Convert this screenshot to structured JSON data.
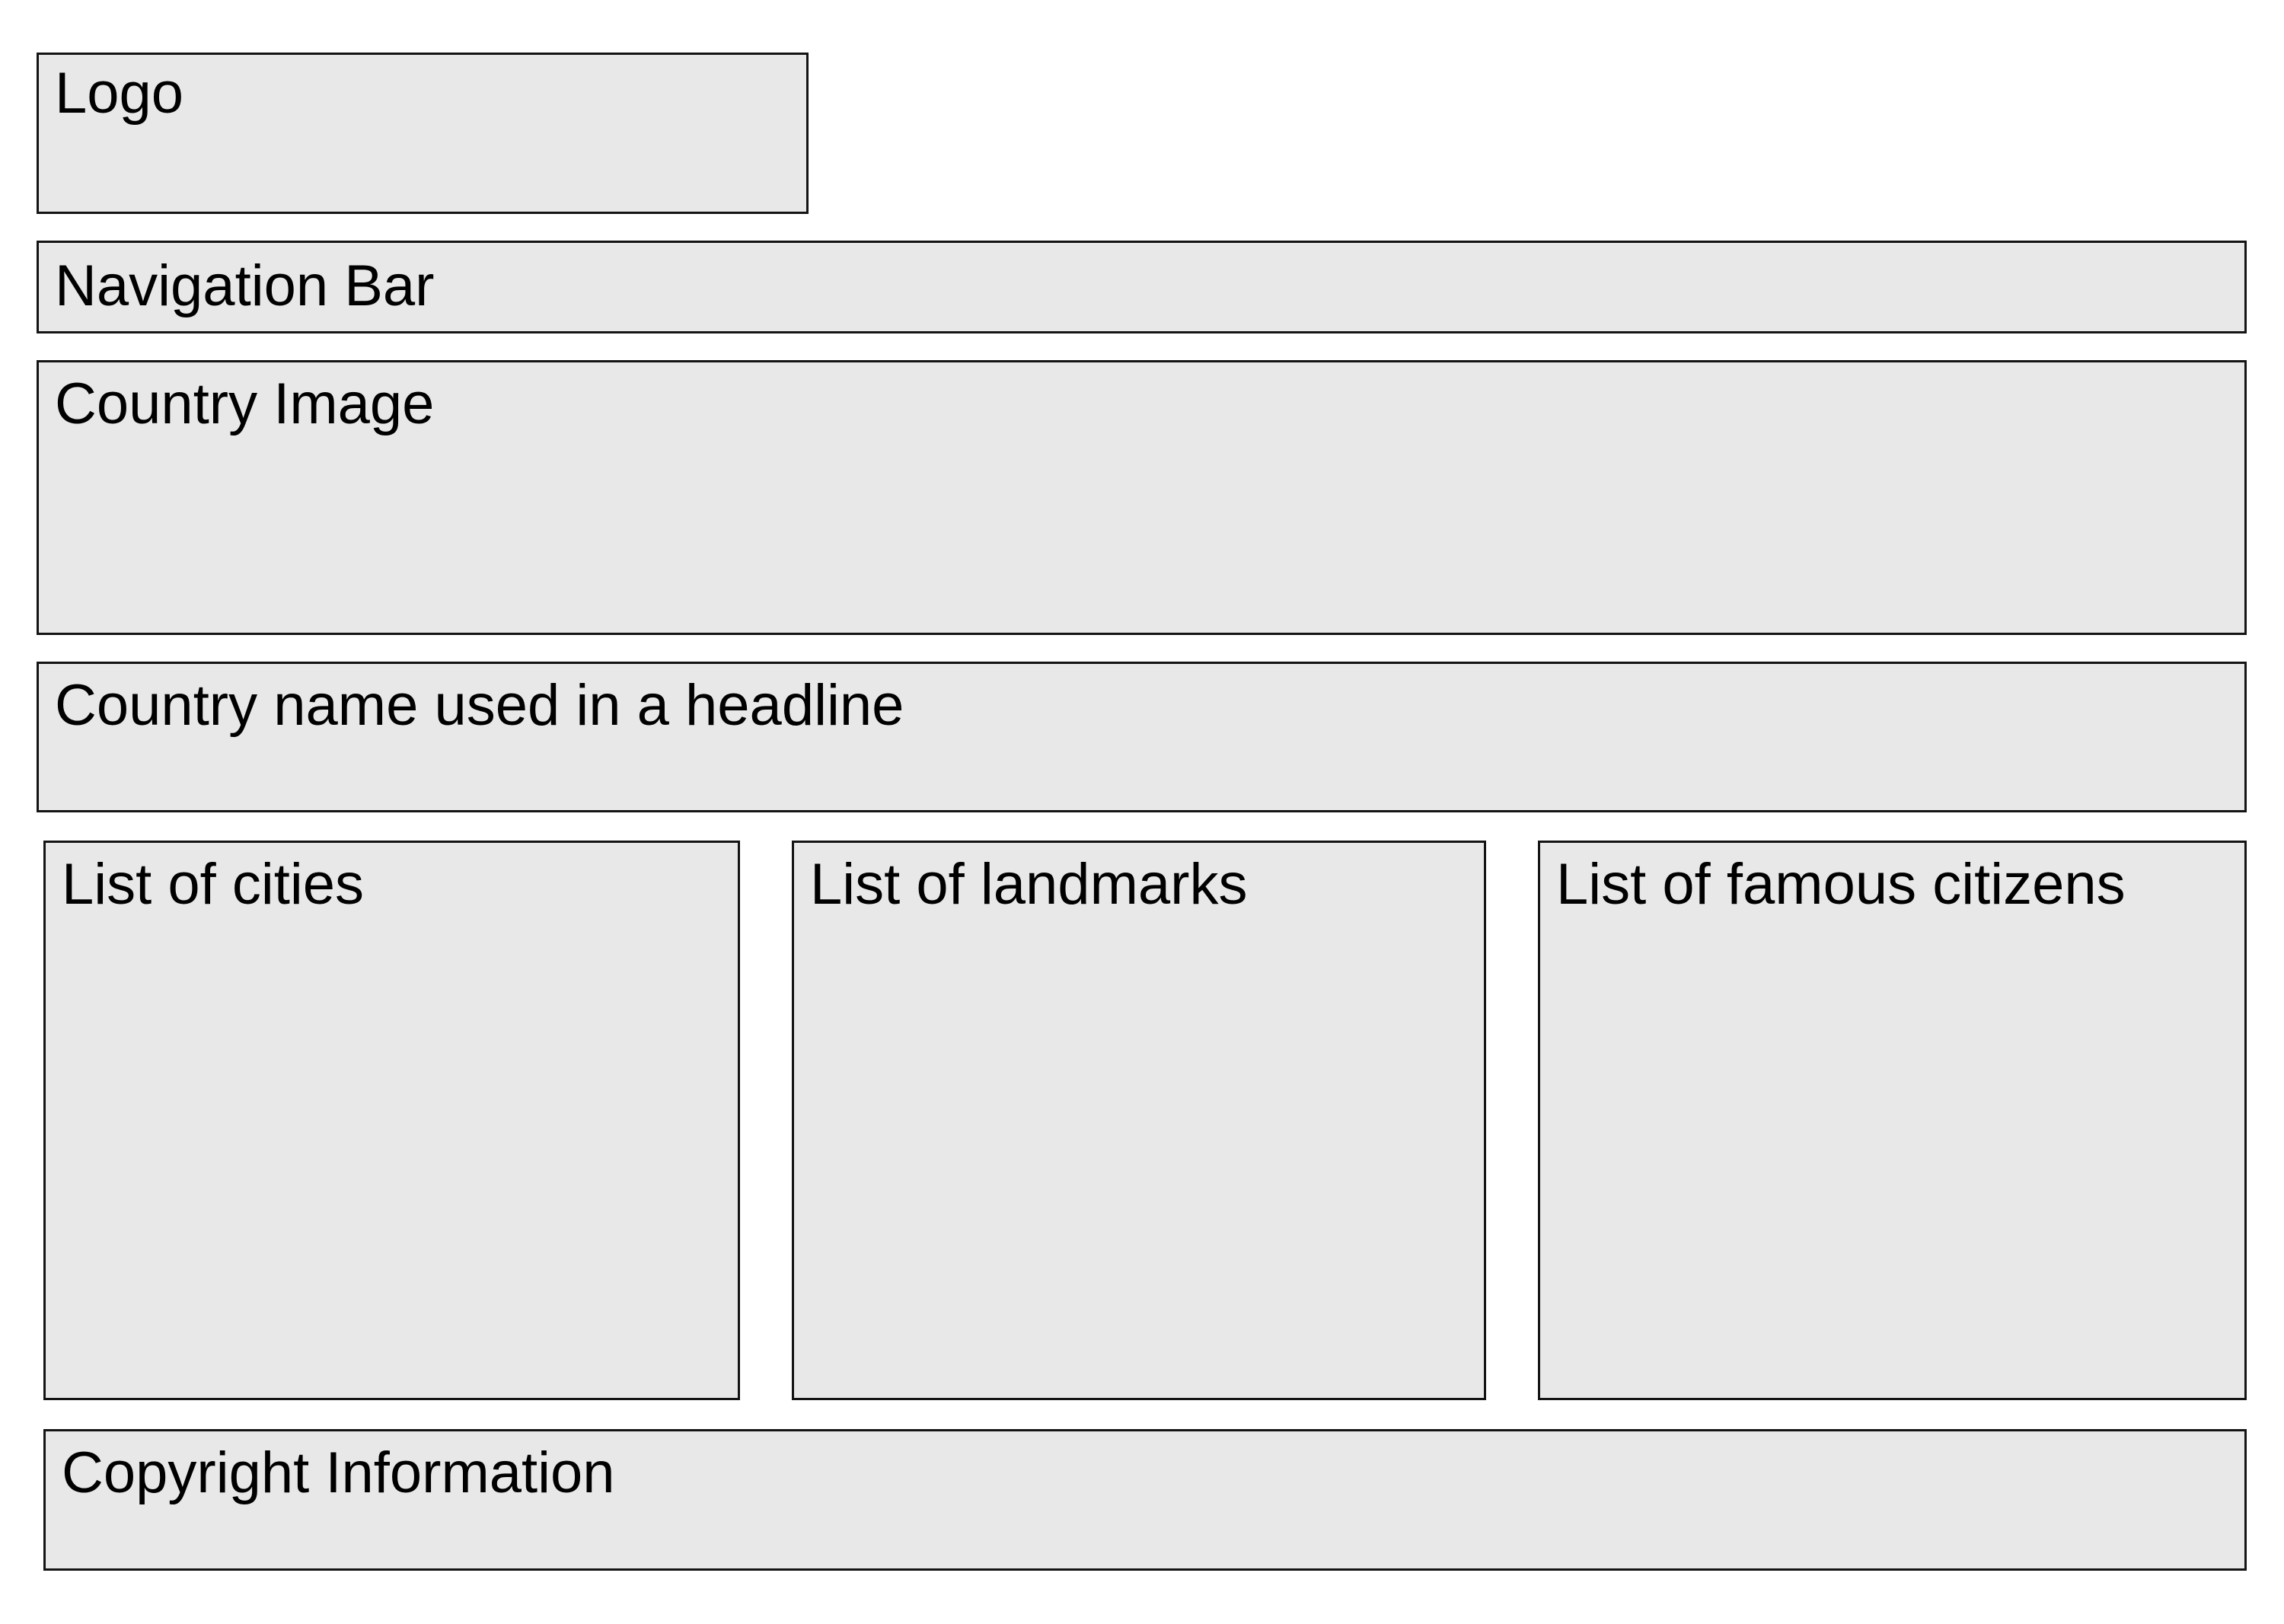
{
  "colors": {
    "page_background": "#ffffff",
    "box_fill": "#e8e8e8",
    "box_border": "#141414",
    "label_text": "#000000"
  },
  "wireframe": {
    "logo": {
      "label": "Logo"
    },
    "navigation_bar": {
      "label": "Navigation Bar"
    },
    "country_image": {
      "label": "Country Image"
    },
    "headline": {
      "label": "Country name used in a headline"
    },
    "columns": [
      {
        "label": "List of cities"
      },
      {
        "label": "List of landmarks"
      },
      {
        "label": "List of famous citizens"
      }
    ],
    "footer": {
      "label": "Copyright Information"
    }
  }
}
